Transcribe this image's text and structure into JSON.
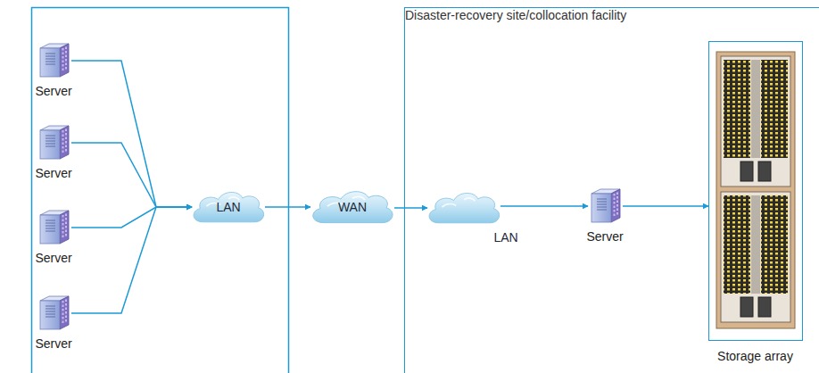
{
  "diagram": {
    "nodes": [
      {
        "text": [
          "Server"
        ]
      },
      {
        "text": [
          "Server"
        ]
      },
      {
        "text": [
          "Server"
        ]
      },
      {
        "text": [
          "Server"
        ]
      },
      {
        "text": [
          "LAN"
        ]
      },
      {
        "text": [
          "WAN"
        ]
      },
      {
        "text": [
          "Disaster-recovery site/collocation facility"
        ]
      },
      {
        "text": [
          "LAN"
        ],
        "in": 6
      },
      {
        "text": [
          "Server"
        ],
        "in": 6
      },
      {
        "text": [
          "Storage array"
        ],
        "in": 6
      }
    ],
    "edges": [
      {
        "from": 0,
        "to": 4,
        "arrow": "to"
      },
      {
        "from": 1,
        "to": 4,
        "arrow": "to"
      },
      {
        "from": 2,
        "to": 4,
        "arrow": "to"
      },
      {
        "from": 3,
        "to": 4,
        "arrow": "to"
      },
      {
        "from": 4,
        "to": 5,
        "arrow": "to"
      },
      {
        "from": 5,
        "to": 7,
        "arrow": "to"
      },
      {
        "from": 7,
        "to": 8,
        "arrow": "to"
      },
      {
        "from": 8,
        "to": 9,
        "arrow": "to"
      }
    ]
  }
}
